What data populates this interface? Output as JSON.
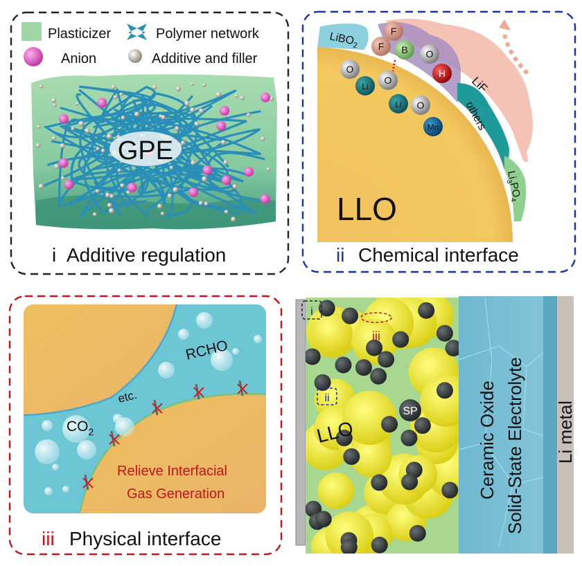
{
  "panel_i": {
    "legend": {
      "plasticizer": "Plasticizer",
      "polymer_network": "Polymer network",
      "anion": "Anion",
      "additive_filler": "Additive and filler"
    },
    "center_label": "GPE",
    "caption_numeral": "i",
    "caption_text": "Additive regulation"
  },
  "panel_ii": {
    "core_label": "LLO",
    "libo2": {
      "main": "LiBO",
      "sub": "2"
    },
    "lif": "LiF",
    "others": "others",
    "li3po4": {
      "a": "Li",
      "b": "3",
      "c": "PO",
      "d": "4"
    },
    "atoms": {
      "f1": "F",
      "f2": "F",
      "b": "B",
      "o1": "O",
      "h": "H",
      "o2": "O",
      "li1": "Li",
      "o3": "O",
      "li2": "Li",
      "o4": "O",
      "mn": "Mn"
    },
    "caption_numeral": "ii",
    "caption_text": "Chemical interface"
  },
  "panel_iii": {
    "rcho": "RCHO",
    "etc": "etc.",
    "co2": {
      "main": "CO",
      "sub": "2"
    },
    "relieve_line1": "Relieve Interfacial",
    "relieve_line2": "Gas Generation",
    "caption_numeral": "iii",
    "caption_text": "Physical interface"
  },
  "panel_iv": {
    "marker_i": "i",
    "marker_ii": "ii",
    "marker_iii": "iii",
    "llo": "LLO",
    "sp": "SP",
    "ceramic_line1": "Ceramic  Oxide",
    "ceramic_line2": "Solid-State Electrolyte",
    "li_metal": "Li metal"
  },
  "colors": {
    "panel_i_border": "#222222",
    "panel_ii_border": "#1a2fb0",
    "panel_iii_border": "#c0161c",
    "llo_yellow": "#f0c25a",
    "polymer_blue": "#2a8fb8",
    "anion_pink": "#e04fc0",
    "relieve_red": "#c0161c"
  }
}
